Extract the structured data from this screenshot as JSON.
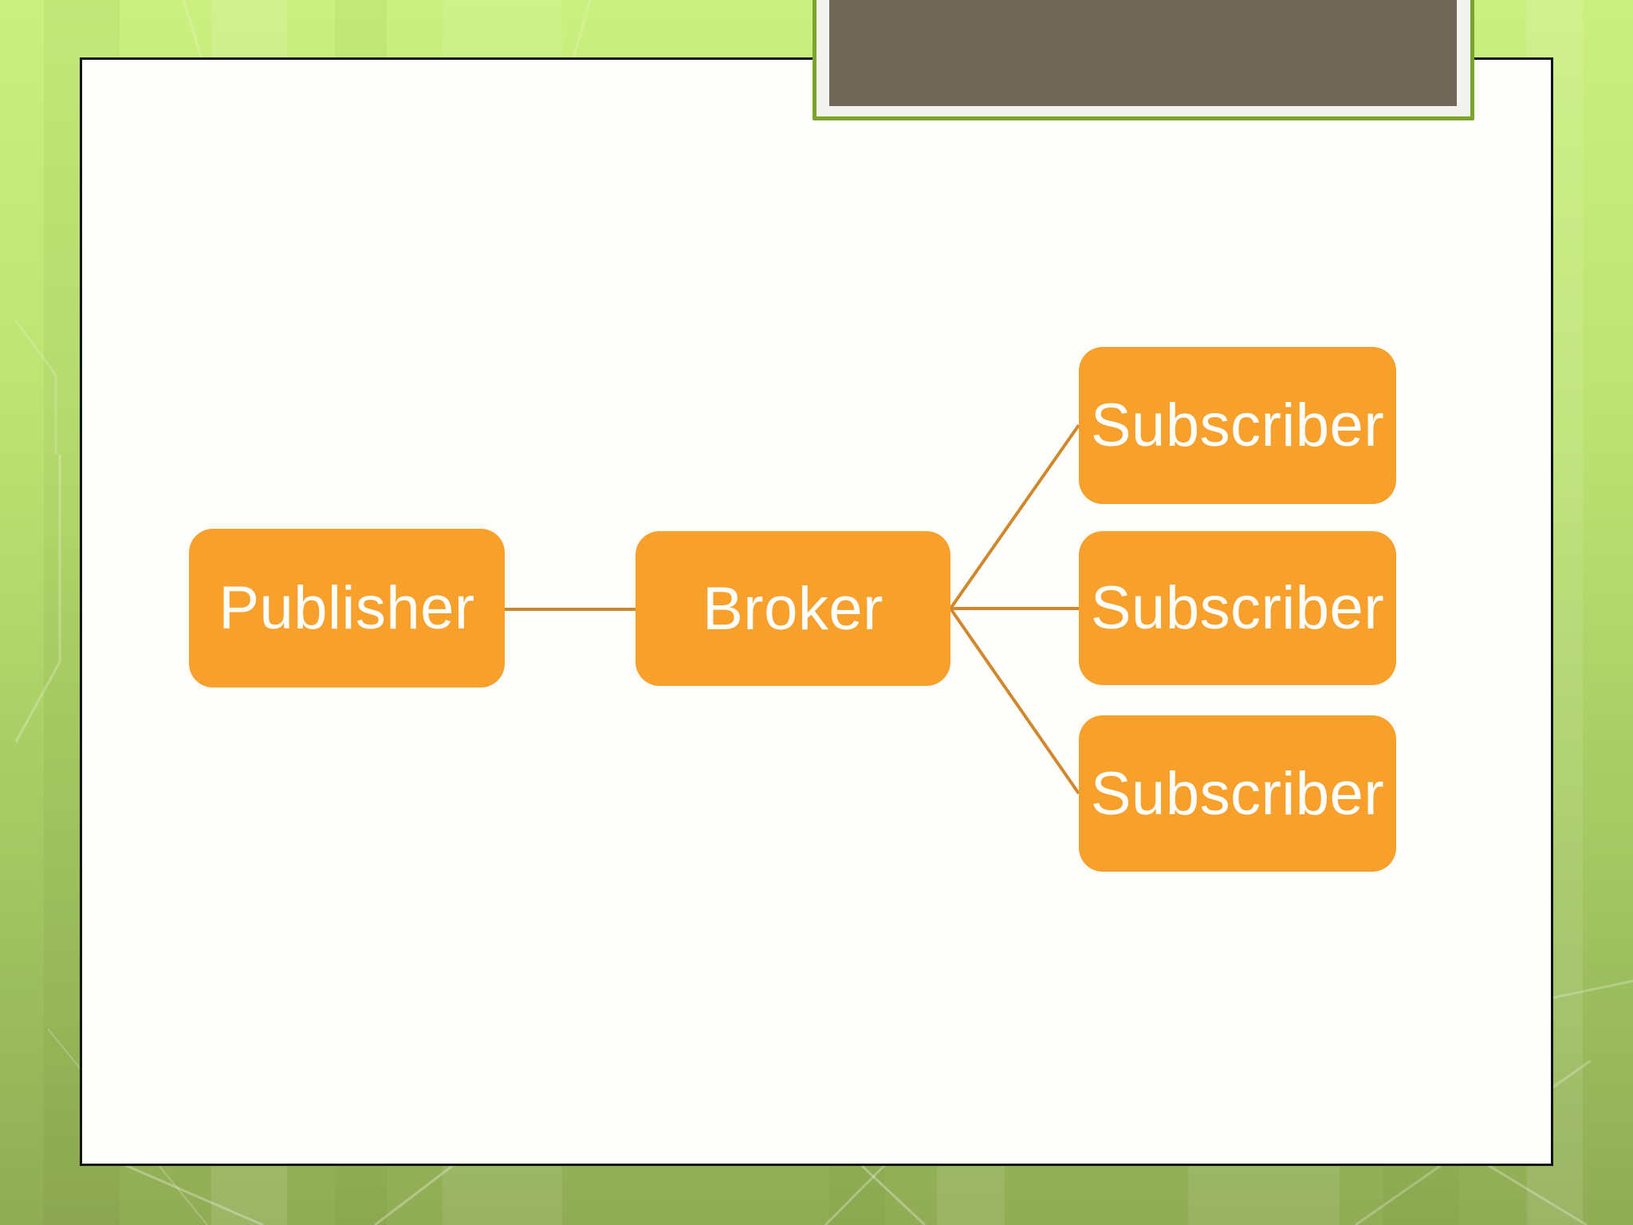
{
  "slide": {
    "background": {
      "top_color": "#CBF080",
      "bottom_color": "#90AC55",
      "pattern": "subtle vertical stripes and thin diagonal crystal lines"
    },
    "canvas_color": "#FDFEFB",
    "canvas_border_color": "#141414",
    "title_placeholder": {
      "fill_color": "#716758",
      "frame_color": "#F3F4F0",
      "border_color": "#7CA32B",
      "text": ""
    }
  },
  "diagram": {
    "type": "publish-subscribe-flow",
    "accent_color": "#F8A02C",
    "connector_color": "#C8862D",
    "label_color": "#FFFFFF",
    "nodes": [
      {
        "id": "publisher",
        "label": "Publisher"
      },
      {
        "id": "broker",
        "label": "Broker"
      },
      {
        "id": "subscriber-1",
        "label": "Subscriber"
      },
      {
        "id": "subscriber-2",
        "label": "Subscriber"
      },
      {
        "id": "subscriber-3",
        "label": "Subscriber"
      }
    ],
    "edges": [
      {
        "from": "publisher",
        "to": "broker"
      },
      {
        "from": "broker",
        "to": "subscriber-1"
      },
      {
        "from": "broker",
        "to": "subscriber-2"
      },
      {
        "from": "broker",
        "to": "subscriber-3"
      }
    ]
  }
}
